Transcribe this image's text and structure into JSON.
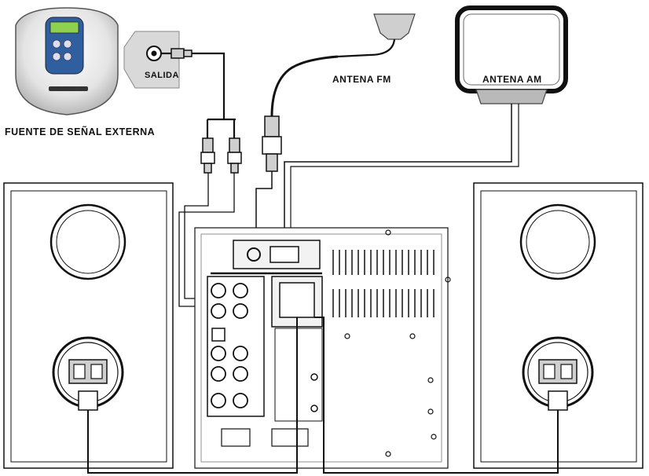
{
  "labels": {
    "external_source": "FUENTE DE SEÑAL EXTERNA",
    "output": "SALIDA",
    "fm_antenna": "ANTENA FM",
    "am_antenna": "ANTENA AM"
  },
  "colors": {
    "line": "#111111",
    "fill_light": "#f2f2f2",
    "fill_mid": "#cfcfcf",
    "device_screen": "#3a6fb0"
  }
}
